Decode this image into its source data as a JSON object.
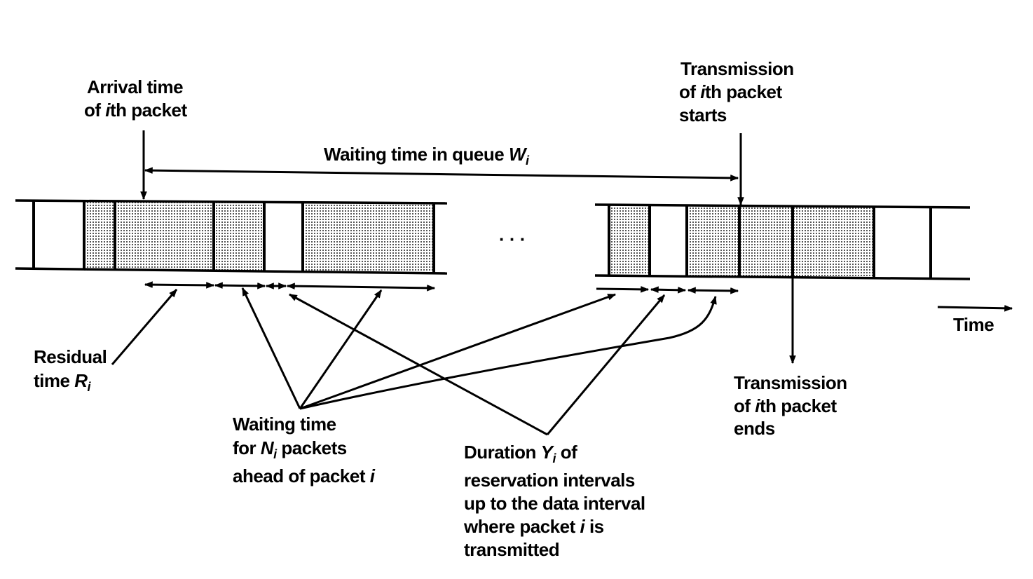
{
  "labels": {
    "arrival_1": "Arrival time",
    "arrival_2a": "of ",
    "arrival_2i": "i",
    "arrival_2b": "th packet",
    "tx_start_1": "Transmission",
    "tx_start_2a": "of ",
    "tx_start_2i": "i",
    "tx_start_2b": "th packet",
    "tx_start_3": "starts",
    "waiting_a": "Waiting time in queue ",
    "waiting_sym": "W",
    "waiting_sub": "i",
    "ellipsis": "· · ·",
    "time": "Time",
    "residual_1": "Residual",
    "residual_2a": "time ",
    "residual_sym": "R",
    "residual_sub": "i",
    "wn_1": "Waiting time",
    "wn_2a": "for ",
    "wn_sym": "N",
    "wn_sub": "i",
    "wn_2b": " packets",
    "wn_3a": "ahead of packet ",
    "wn_3i": "i",
    "dur_1a": "Duration ",
    "dur_sym": "Y",
    "dur_sub": "i",
    "dur_1b": " of",
    "dur_2": "reservation intervals",
    "dur_3": "up to the data interval",
    "dur_4a": "where packet ",
    "dur_4i": "i",
    "dur_4b": " is",
    "dur_5": "transmitted",
    "tx_end_1": "Transmission",
    "tx_end_2a": "of ",
    "tx_end_2i": "i",
    "tx_end_2b": "th packet",
    "tx_end_3": "ends"
  },
  "colors": {
    "ink": "#000000",
    "paper": "#ffffff",
    "shade": "#d4d4d4"
  }
}
